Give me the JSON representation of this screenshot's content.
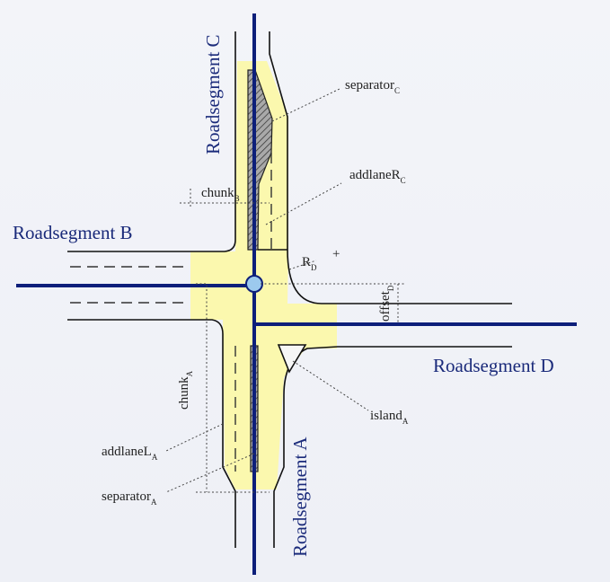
{
  "colors": {
    "background": "#f2f3f8",
    "junction_area": "#fbf8ae",
    "centreline": "#0d1f7a",
    "label": "#1a2a7a",
    "node": "#9cc9ee"
  },
  "roads": {
    "a": "Roadsegment A",
    "b": "Roadsegment B",
    "c": "Roadsegment C",
    "d": "Roadsegment D"
  },
  "labels": {
    "separator_c": {
      "main": "separator",
      "sub": "C"
    },
    "addlane_r_c": {
      "main": "addlaneR",
      "sub": "C"
    },
    "chunk_b": {
      "main": "chunk",
      "sub": "B"
    },
    "r_d": {
      "main": "R",
      "sub": "D"
    },
    "offset_d": {
      "main": "offset",
      "sub": "D"
    },
    "chunk_a": {
      "main": "chunk",
      "sub": "A"
    },
    "island_a": {
      "main": "island",
      "sub": "A"
    },
    "addlane_l_a": {
      "main": "addlaneL",
      "sub": "A"
    },
    "separator_a": {
      "main": "separator",
      "sub": "A"
    }
  },
  "markers": {
    "plus": "+"
  }
}
